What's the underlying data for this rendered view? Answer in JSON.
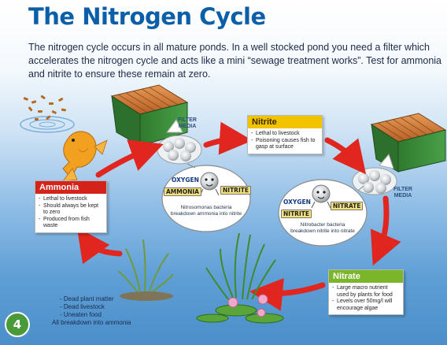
{
  "title": "The Nitrogen Cycle",
  "intro": "The nitrogen cycle occurs in all mature ponds. In a well stocked pond you need a filter which accelerates the nitrogen cycle and acts like a mini “sewage treatment works”. Test for ammonia and nitrite to ensure these remain at zero.",
  "filter_media_label_1": "FILTER\nMEDIA",
  "filter_media_label_2": "FILTER\nMEDIA",
  "nitrite_box": {
    "title": "Nitrite",
    "items": [
      "Lethal to livestock",
      "Poisoning causes fish to gasp at surface"
    ]
  },
  "ammonia_box": {
    "title": "Ammonia",
    "items": [
      "Lethal to livestock",
      "Should always be kept to zero",
      "Produced from fish waste"
    ]
  },
  "nitrate_box": {
    "title": "Nitrate",
    "items": [
      "Large macro nutrient used by plants for food",
      "Levels over 50mg/l will encourage algae"
    ]
  },
  "bubble_left": {
    "oxygen": "OXYGEN",
    "ammonia": "AMMONIA",
    "nitrite": "NITRITE",
    "caption": "Nitrosomonas bacteria breakdown ammonia into nitrite"
  },
  "bubble_right": {
    "oxygen": "OXYGEN",
    "nitrite": "NITRITE",
    "nitrate": "NITRATE",
    "caption": "Nitrobacter bacteria breakdown nitrite into nitrate"
  },
  "decay_items": [
    "Dead plant matter",
    "Dead livestock",
    "Uneaten food"
  ],
  "decay_summary": "All breakdown into ammonia",
  "page_number": "4",
  "colors": {
    "title": "#0b5ea8",
    "nitrite_header": "#f2c400",
    "ammonia_header": "#d4231b",
    "nitrate_header": "#7bb52a",
    "arrow": "#e0261e",
    "filter_box": "#3d8a3b",
    "filter_lid": "#c8743a"
  }
}
